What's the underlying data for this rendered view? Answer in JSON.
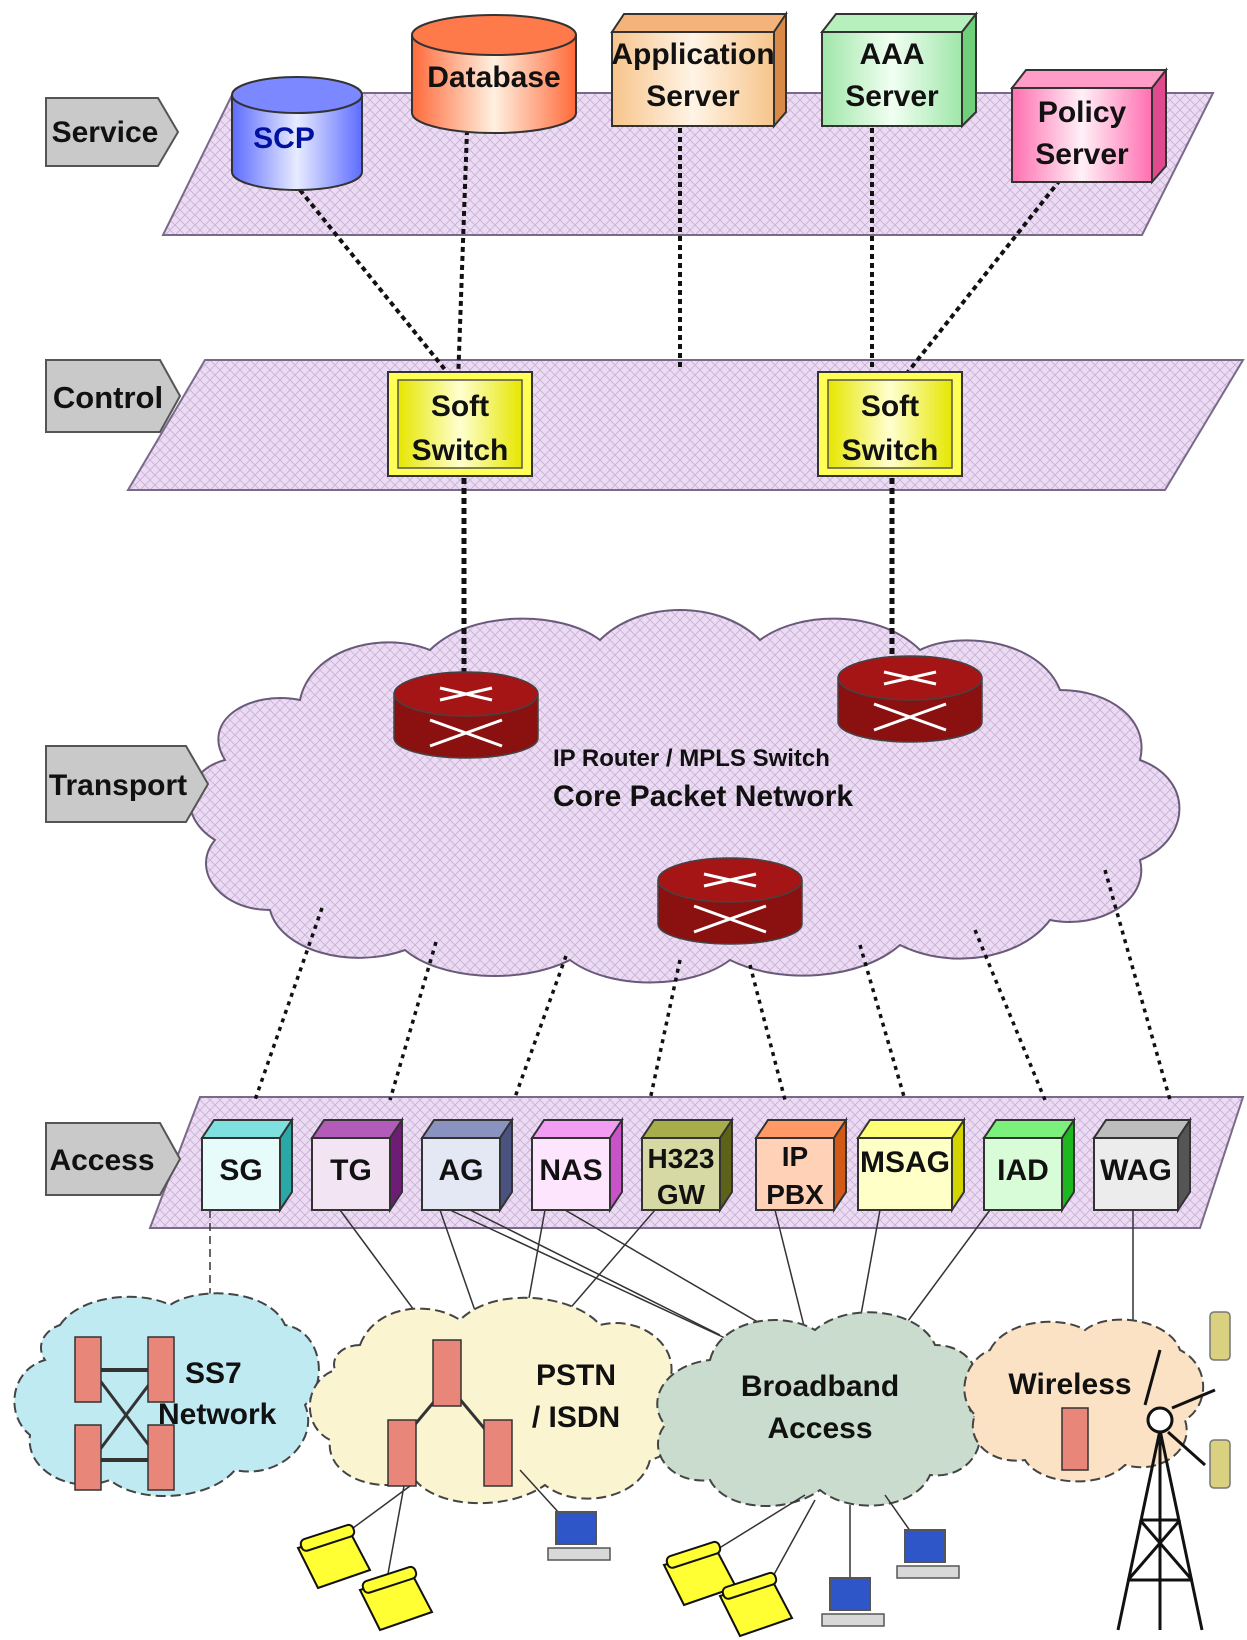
{
  "layers": {
    "service": "Service",
    "control": "Control",
    "transport": "Transport",
    "access": "Access"
  },
  "service_nodes": {
    "scp": "SCP",
    "database": "Database",
    "app_server_1": "Application",
    "app_server_2": "Server",
    "aaa_1": "AAA",
    "aaa_2": "Server",
    "policy_1": "Policy",
    "policy_2": "Server"
  },
  "control_nodes": {
    "soft1_a": "Soft",
    "soft1_b": "Switch",
    "soft2_a": "Soft",
    "soft2_b": "Switch"
  },
  "transport": {
    "router_label": "IP Router / MPLS Switch",
    "cloud_label": "Core Packet Network"
  },
  "access_nodes": {
    "sg": "SG",
    "tg": "TG",
    "ag": "AG",
    "nas": "NAS",
    "h323_a": "H323",
    "h323_b": "GW",
    "ippbx_a": "IP",
    "ippbx_b": "PBX",
    "msag": "MSAG",
    "iad": "IAD",
    "wag": "WAG"
  },
  "networks": {
    "ss7_a": "SS7",
    "ss7_b": "Network",
    "pstn_a": "PSTN",
    "pstn_b": "/ ISDN",
    "broadband_a": "Broadband",
    "broadband_b": "Access",
    "wireless": "Wireless"
  },
  "colors": {
    "plane_fill": "#ead7f2",
    "plane_stroke": "#7a6a8a",
    "arrow_fill": "#c8c8c8",
    "router": "#8b1010",
    "softswitch": "#ffff66"
  }
}
